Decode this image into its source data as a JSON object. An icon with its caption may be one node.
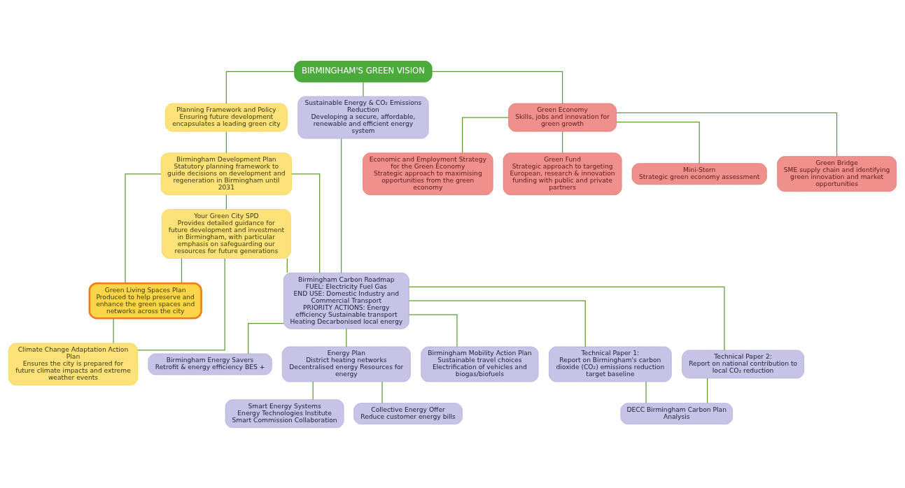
{
  "diagram": {
    "nodes": [
      {
        "text": [
          "BIRMINGHAM'S GREEN VISION"
        ]
      },
      {
        "text": [
          "Planning Framework and Policy",
          "Ensuring future development encapsulates a leading green city"
        ]
      },
      {
        "text": [
          "Birmingham Development Plan",
          "Statutory planning framework to guide decisions on development and regeneration in Birmingham until 2031"
        ]
      },
      {
        "text": [
          "Your Green City SPD",
          "Provides detailed guidance for future development and investment in Birmingham, with particular emphasis on safeguarding our resources for future generations"
        ]
      },
      {
        "text": [
          "Green Living Spaces Plan",
          "Produced to help preserve and enhance the green spaces and networks across the city"
        ]
      },
      {
        "text": [
          "Climate Change Adaptation Action Plan",
          "Ensures the city is prepared for future climate impacts and extreme weather events"
        ]
      },
      {
        "text": [
          "Sustainable Energy & CO₂ Emissions Reduction",
          "Developing a secure, affordable, renewable and efficient energy system"
        ]
      },
      {
        "text": [
          "Birmingham Carbon Roadmap",
          "FUEL: Electricity Fuel Gas",
          "END USE: Domestic Industry and Commercial Transport",
          "PRIORITY ACTIONS: Energy efficiency Sustainable transport Heating Decarbonised local energy"
        ]
      },
      {
        "text": [
          "Birmingham Energy Savers",
          "Retrofit & energy efficiency BES +"
        ]
      },
      {
        "text": [
          "Energy Plan",
          "District heating networks Decentralised energy Resources for energy"
        ]
      },
      {
        "text": [
          "Birmingham Mobility Action Plan",
          "Sustainable travel choices Electrification of vehicles and biogas/biofuels"
        ]
      },
      {
        "text": [
          "Smart Energy Systems",
          "Energy Technologies Institute Smart Commission Collaboration"
        ]
      },
      {
        "text": [
          "Collective Energy Offer",
          "Reduce customer energy bills"
        ]
      },
      {
        "text": [
          "Technical Paper 1:",
          "Report on Birmingham's carbon dioxide (CO₂) emissions reduction target baseline"
        ]
      },
      {
        "text": [
          "Technical Paper 2:",
          "Report on national contribution to local CO₂ reduction"
        ]
      },
      {
        "text": [
          "DECC Birmingham Carbon Plan Analysis"
        ]
      },
      {
        "text": [
          "Green Economy",
          "Skills, jobs and innovation for green growth"
        ]
      },
      {
        "text": [
          "Economic and Employment Strategy for the Green Economy",
          "Strategic approach to maximising opportunities from the green economy"
        ]
      },
      {
        "text": [
          "Green Fund",
          "Strategic approach to targeting European, research & innovation funding with public and private partners"
        ]
      },
      {
        "text": [
          "Mini-Stern",
          "Strategic green economy assessment"
        ]
      },
      {
        "text": [
          "Green Bridge",
          "SME supply chain and identifying green innovation and market opportunities"
        ]
      }
    ],
    "edges": [
      {
        "from": 0,
        "to": 1,
        "arrow": "none"
      },
      {
        "from": 0,
        "to": 6,
        "arrow": "none"
      },
      {
        "from": 0,
        "to": 16,
        "arrow": "none"
      },
      {
        "from": 1,
        "to": 2,
        "arrow": "none"
      },
      {
        "from": 2,
        "to": 7,
        "arrow": "none"
      },
      {
        "from": 2,
        "to": 3,
        "arrow": "none"
      },
      {
        "from": 2,
        "to": 4,
        "arrow": "none"
      },
      {
        "from": 3,
        "to": 7,
        "arrow": "none"
      },
      {
        "from": 3,
        "to": 4,
        "arrow": "none"
      },
      {
        "from": 3,
        "to": 5,
        "arrow": "none"
      },
      {
        "from": 4,
        "to": 5,
        "arrow": "none"
      },
      {
        "from": 6,
        "to": 7,
        "arrow": "none"
      },
      {
        "from": 7,
        "to": 8,
        "arrow": "none"
      },
      {
        "from": 7,
        "to": 9,
        "arrow": "none"
      },
      {
        "from": 7,
        "to": 10,
        "arrow": "none"
      },
      {
        "from": 9,
        "to": 11,
        "arrow": "none"
      },
      {
        "from": 9,
        "to": 12,
        "arrow": "none"
      },
      {
        "from": 7,
        "to": 13,
        "arrow": "none"
      },
      {
        "from": 7,
        "to": 14,
        "arrow": "none"
      },
      {
        "from": 13,
        "to": 15,
        "arrow": "none"
      },
      {
        "from": 14,
        "to": 15,
        "arrow": "none"
      },
      {
        "from": 16,
        "to": 17,
        "arrow": "none"
      },
      {
        "from": 16,
        "to": 18,
        "arrow": "none"
      },
      {
        "from": 16,
        "to": 19,
        "arrow": "none"
      },
      {
        "from": 16,
        "to": 20,
        "arrow": "none"
      }
    ]
  }
}
